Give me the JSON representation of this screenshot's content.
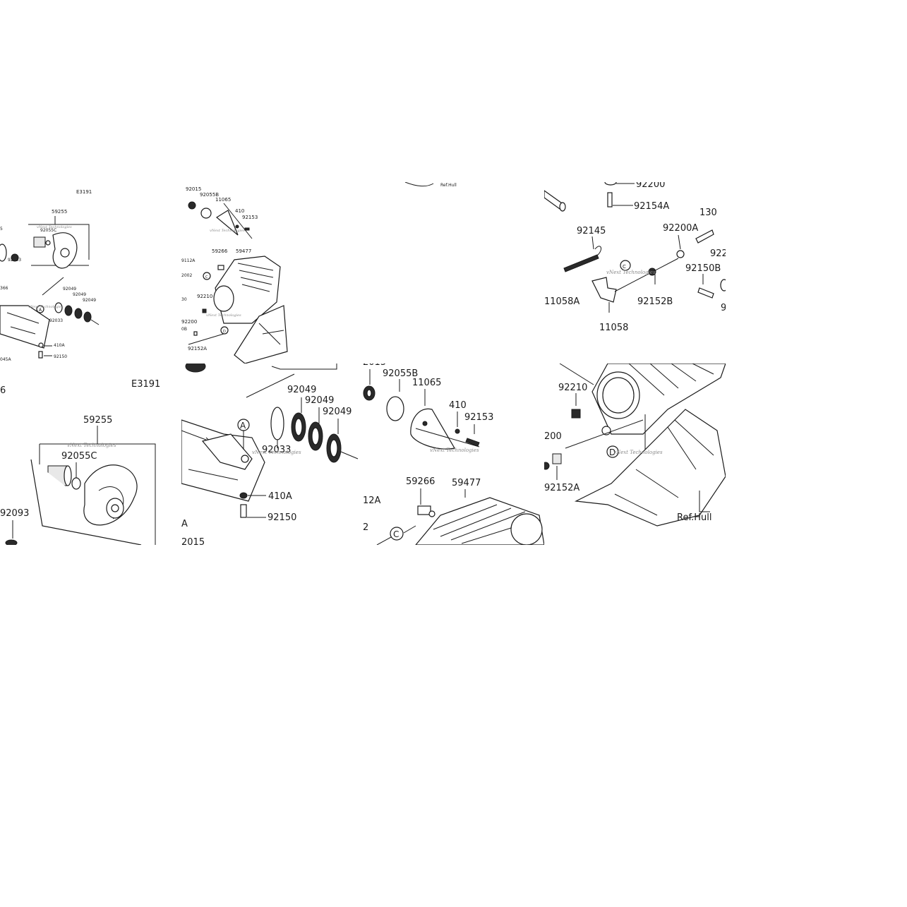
{
  "diagram_id": "E3191",
  "watermark": "vNext Technologies",
  "part_numbers": {
    "p59255": "59255",
    "p92055C": "92055C",
    "p92093": "92093",
    "p92049": "92049",
    "p92033": "92033",
    "p410A": "410A",
    "p92150": "92150",
    "p92015": "92015",
    "p92055B": "92055B",
    "p11065": "11065",
    "p410": "410",
    "p92153": "92153",
    "p59266": "59266",
    "p59477": "59477",
    "p92210": "92210",
    "p92200": "92200",
    "p92152A": "92152A",
    "p92154A": "92154A",
    "p92145": "92145",
    "p92200A": "92200A",
    "p92150B": "92150B",
    "p92152B": "92152B",
    "p11058": "11058",
    "p11058A": "11058A",
    "ref_hull": "Ref.Hull"
  },
  "partial_labels": {
    "p130": "130",
    "p922": "922",
    "p9": "9",
    "p5": "5",
    "p6": "6",
    "pA": "A",
    "p2015": "2015",
    "p12A": "12A",
    "p2": "2",
    "p200": "200",
    "p2015top": "2015",
    "p9112A": "9112A",
    "p2002": "2002",
    "p30": "30",
    "p0B": "0B",
    "p366": "366",
    "p045A": "045A"
  },
  "callouts": {
    "a": "A",
    "c": "C",
    "d": "D"
  }
}
